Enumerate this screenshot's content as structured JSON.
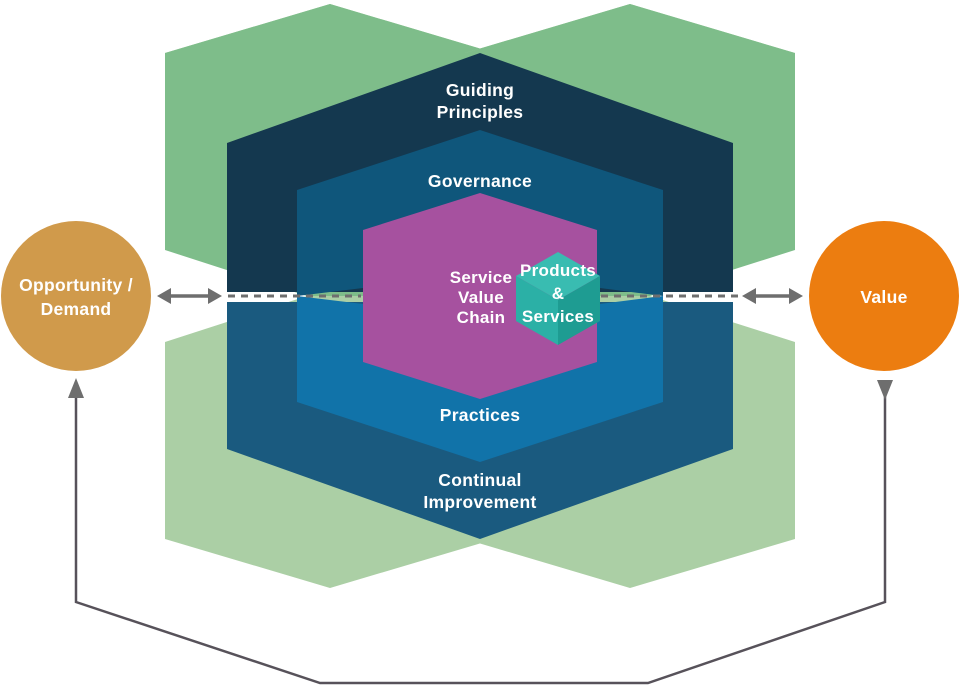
{
  "colors": {
    "background": "#FFFFFF",
    "green_top": "#7EBD8A",
    "green_bottom": "#ABCFA5",
    "navy_top": "#14384F",
    "navy_bottom": "#1A5A7F",
    "blue_top": "#0F567B",
    "blue_bottom": "#1173A9",
    "magenta": "#A6519F",
    "cube_top": "#39BCB1",
    "cube_left": "#2BB0A6",
    "cube_right": "#1E9C92",
    "circle_left": "#D09A4B",
    "circle_right": "#EC7D10",
    "arrow_gray": "#6E6E6E",
    "dash_gray": "#6F6F6F",
    "loop_line": "#57525A",
    "text": "#FFFFFF"
  },
  "labels": {
    "opportunity_demand": [
      "Opportunity /",
      "Demand"
    ],
    "value": "Value",
    "guiding_principles": [
      "Guiding",
      "Principles"
    ],
    "governance": "Governance",
    "service_value_chain": [
      "Service",
      "Value",
      "Chain"
    ],
    "products_services": [
      "Products",
      "&",
      "Services"
    ],
    "practices": "Practices",
    "continual_improvement": [
      "Continual",
      "Improvement"
    ]
  }
}
